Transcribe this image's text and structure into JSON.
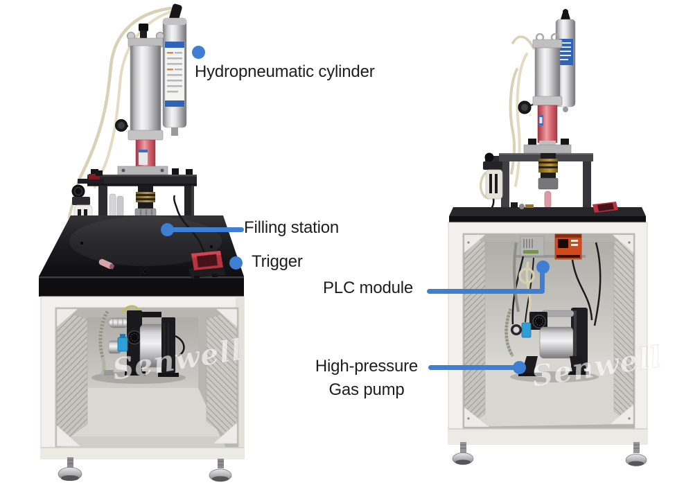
{
  "figure": {
    "type": "annotated-product-photos",
    "subject": "hydropneumatic filling press machine, front view and angled view",
    "colors": {
      "background": "#ffffff",
      "accent": "#3e7fd4",
      "label_text": "#1d1d1d",
      "machine_cabinet_white": "#f1f0ec",
      "table_black": "#141416",
      "cylinder_red": "#d5656f",
      "cylinder_label_blue": "#2f63b8",
      "trigger_red": "#b8333e",
      "plc_orange": "#cf4a1f",
      "pump_valve_blue": "#2f9fd8"
    },
    "watermark": {
      "text": "Senwell"
    },
    "callouts": {
      "hydropneumatic_cylinder": {
        "label": "Hydropneumatic cylinder"
      },
      "filling_station": {
        "label": "Filling station"
      },
      "trigger": {
        "label": "Trigger"
      },
      "plc_module": {
        "label": "PLC module"
      },
      "gas_pump": {
        "label_line1": "High-pressure",
        "label_line2": "Gas pump"
      }
    }
  }
}
